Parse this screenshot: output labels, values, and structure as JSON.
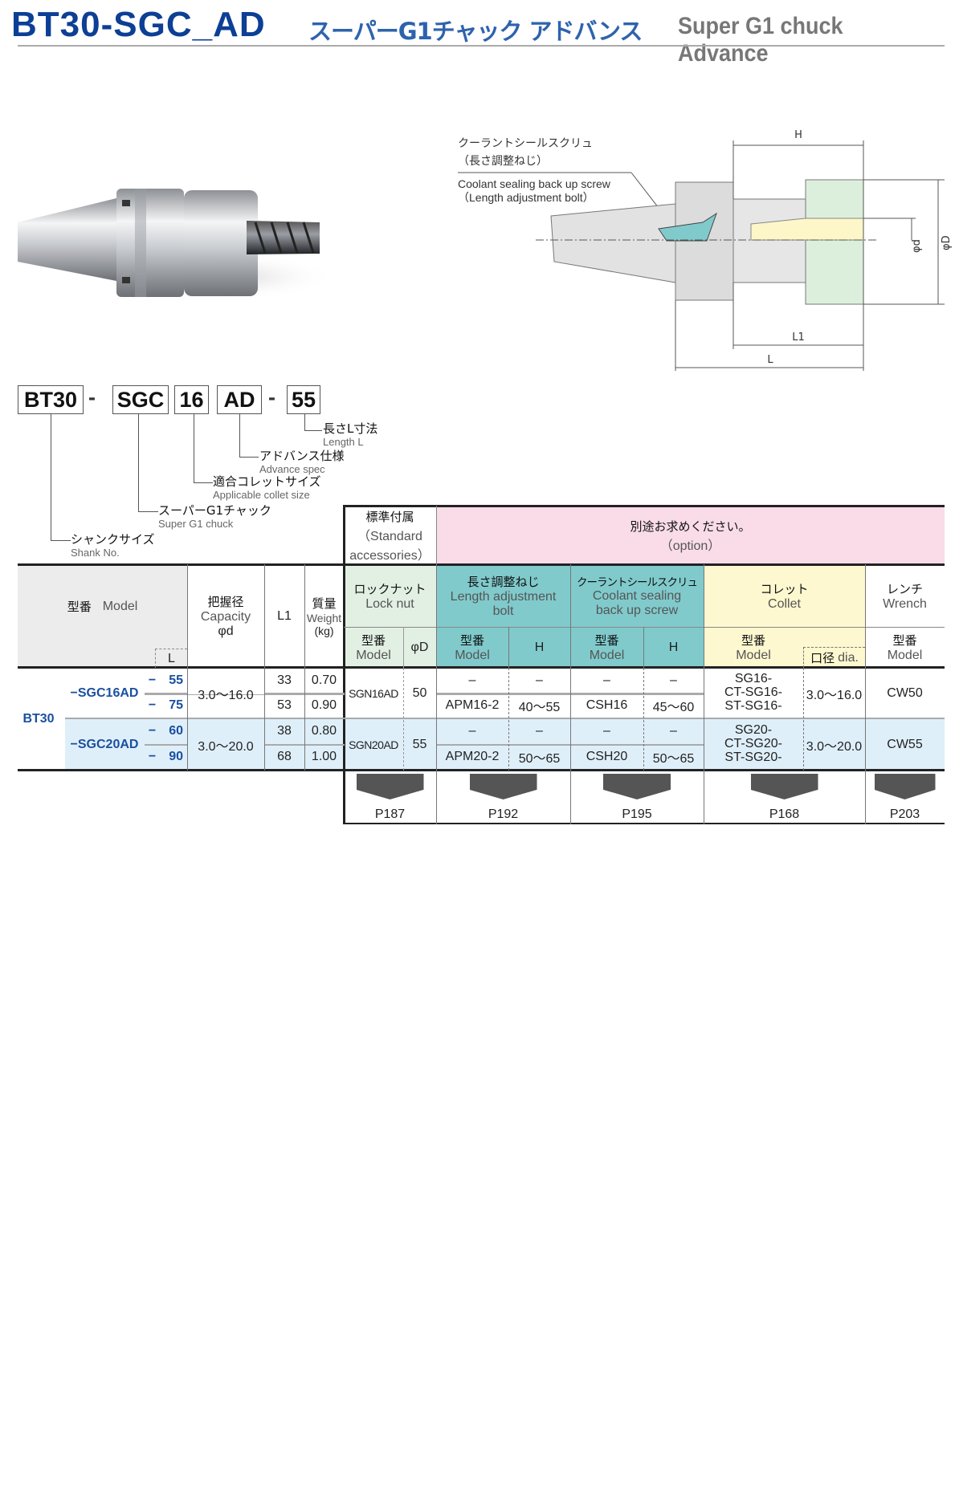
{
  "title": {
    "code": "BT30-SGC_AD",
    "jp": "スーパーG1チャック アドバンス",
    "en": "Super G1 chuck Advance"
  },
  "code_breakdown": {
    "parts": [
      "BT30",
      "-",
      "SGC",
      "16",
      "AD",
      "-",
      "55"
    ],
    "labels": [
      {
        "jp": "長さL寸法",
        "en": "Length L"
      },
      {
        "jp": "アドバンス仕様",
        "en": "Advance spec"
      },
      {
        "jp": "適合コレットサイズ",
        "en": "Applicable collet size"
      },
      {
        "jp": "スーパーG1チャック",
        "en": "Super G1 chuck"
      },
      {
        "jp": "シャンクサイズ",
        "en": "Shank No."
      }
    ]
  },
  "drawing": {
    "callout_jp": [
      "クーラントシールスクリュ",
      "（長さ調整ねじ）"
    ],
    "callout_en": [
      "Coolant sealing back up  screw",
      "（Length adjustment bolt）"
    ],
    "dims": {
      "H": "H",
      "L1": "L1",
      "L": "L",
      "d": "φd",
      "D": "φD"
    },
    "colors": {
      "seal": "#7fcbcc",
      "nut": "#dcefdc",
      "collet": "#fdf6c8"
    }
  },
  "table": {
    "std_acc": [
      "標準付属",
      "（Standard",
      "accessories）"
    ],
    "option": [
      "別途お求めください。",
      "（option）"
    ],
    "headers": {
      "model": {
        "jp": "型番",
        "en": "Model",
        "L": "L"
      },
      "capacity": {
        "jp": "把握径",
        "en": "Capacity",
        "sym": "φd"
      },
      "L1": "L1",
      "weight": {
        "jp": "質量",
        "en": "Weight",
        "unit": "(kg)"
      },
      "locknut": {
        "jp": "ロックナット",
        "en": "Lock nut",
        "sub_jp": "型番",
        "sub_en": "Model",
        "sub2": "φD"
      },
      "bolt": {
        "jp": "長さ調整ねじ",
        "en1": "Length adjustment",
        "en2": "bolt",
        "sub_jp": "型番",
        "sub_en": "Model",
        "sub2": "H"
      },
      "screw": {
        "jp": "クーラントシールスクリュ",
        "en1": "Coolant sealing",
        "en2": "back up  screw",
        "sub_jp": "型番",
        "sub_en": "Model",
        "sub2": "H"
      },
      "collet": {
        "jp": "コレット",
        "en": "Collet",
        "sub_jp": "型番",
        "sub_en": "Model",
        "dia_jp": "口径",
        "dia_en": "dia."
      },
      "wrench": {
        "jp": "レンチ",
        "en": "Wrench",
        "sub_jp": "型番",
        "sub_en": "Model"
      }
    },
    "shank": "BT30",
    "groups": [
      {
        "series": "−SGC16AD",
        "capacity": "3.0〜16.0",
        "nut_model": "SGN16AD",
        "nut_D": "50",
        "collet": [
          "SG16-",
          "CT-SG16-",
          "ST-SG16-"
        ],
        "dia": "3.0〜16.0",
        "wrench": "CW50",
        "rows": [
          {
            "L": "55",
            "L1": "33",
            "weight": "0.70",
            "bolt": "–",
            "bolt_H": "–",
            "screw": "–",
            "screw_H": "–"
          },
          {
            "L": "75",
            "L1": "53",
            "weight": "0.90",
            "bolt": "APM16-2",
            "bolt_H": "40〜55",
            "screw": "CSH16",
            "screw_H": "45〜60"
          }
        ]
      },
      {
        "series": "−SGC20AD",
        "capacity": "3.0〜20.0",
        "nut_model": "SGN20AD",
        "nut_D": "55",
        "collet": [
          "SG20-",
          "CT-SG20-",
          "ST-SG20-"
        ],
        "dia": "3.0〜20.0",
        "wrench": "CW55",
        "rows": [
          {
            "L": "60",
            "L1": "38",
            "weight": "0.80",
            "bolt": "–",
            "bolt_H": "–",
            "screw": "–",
            "screw_H": "–"
          },
          {
            "L": "90",
            "L1": "68",
            "weight": "1.00",
            "bolt": "APM20-2",
            "bolt_H": "50〜65",
            "screw": "CSH20",
            "screw_H": "50〜65"
          }
        ]
      }
    ],
    "dash": "−",
    "pages": [
      "P187",
      "P192",
      "P195",
      "P168",
      "P203"
    ],
    "colors": {
      "pink": "#f9dce8",
      "green": "#e2f0e4",
      "teal": "#80cacc",
      "yellow": "#fdf8cf",
      "gray": "#ececec",
      "lightblue": "#dfeffa",
      "blue": "#1b4fa0"
    }
  }
}
